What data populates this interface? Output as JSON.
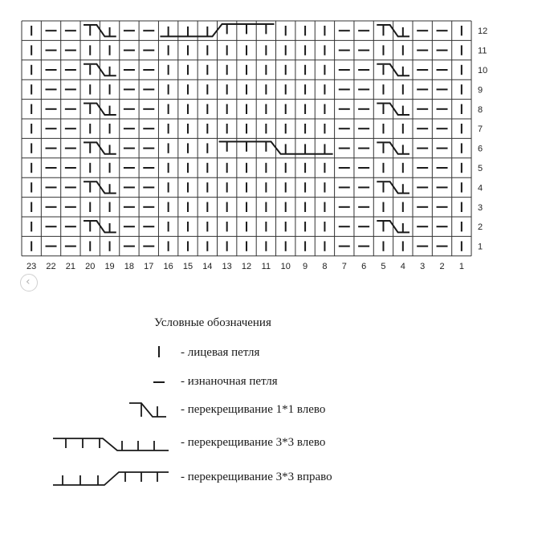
{
  "chart": {
    "rows": 12,
    "columns": 23,
    "column_labels": [
      "23",
      "22",
      "21",
      "20",
      "19",
      "18",
      "17",
      "16",
      "15",
      "14",
      "13",
      "12",
      "11",
      "10",
      "9",
      "8",
      "7",
      "6",
      "5",
      "4",
      "3",
      "2",
      "1"
    ],
    "row_labels": [
      "1",
      "2",
      "3",
      "4",
      "5",
      "6",
      "7",
      "8",
      "9",
      "10",
      "11",
      "12"
    ],
    "base_pattern": [
      "K",
      "P",
      "P",
      "K",
      "K",
      "P",
      "P",
      "K",
      "K",
      "K",
      "K",
      "K",
      "K",
      "K",
      "K",
      "K",
      "P",
      "P",
      "K",
      "K",
      "P",
      "P",
      "K"
    ],
    "cross_1x1_left": {
      "column_pairs": [
        [
          20,
          19
        ],
        [
          5,
          4
        ]
      ],
      "rows": [
        2,
        4,
        6,
        8,
        10,
        12
      ]
    },
    "cross_3x3_right_row": 12,
    "cross_3x3_left_row": 6,
    "symbols": {
      "K": "knit",
      "P": "purl"
    }
  },
  "legend": {
    "title": "Условные обозначения",
    "items": [
      {
        "symbol": "knit-icon",
        "text": "- лицевая петля"
      },
      {
        "symbol": "purl-icon",
        "text": "- изнаночная петля"
      },
      {
        "symbol": "cross-1x1-left-icon",
        "text": "- перекрещивание 1*1 влево"
      },
      {
        "symbol": "cross-3x3-left-icon",
        "text": "- перекрещивание 3*3 влево"
      },
      {
        "symbol": "cross-3x3-right-icon",
        "text": "- перекрещивание 3*3 вправо"
      }
    ]
  },
  "nav": {
    "prev_glyph": "‹"
  }
}
